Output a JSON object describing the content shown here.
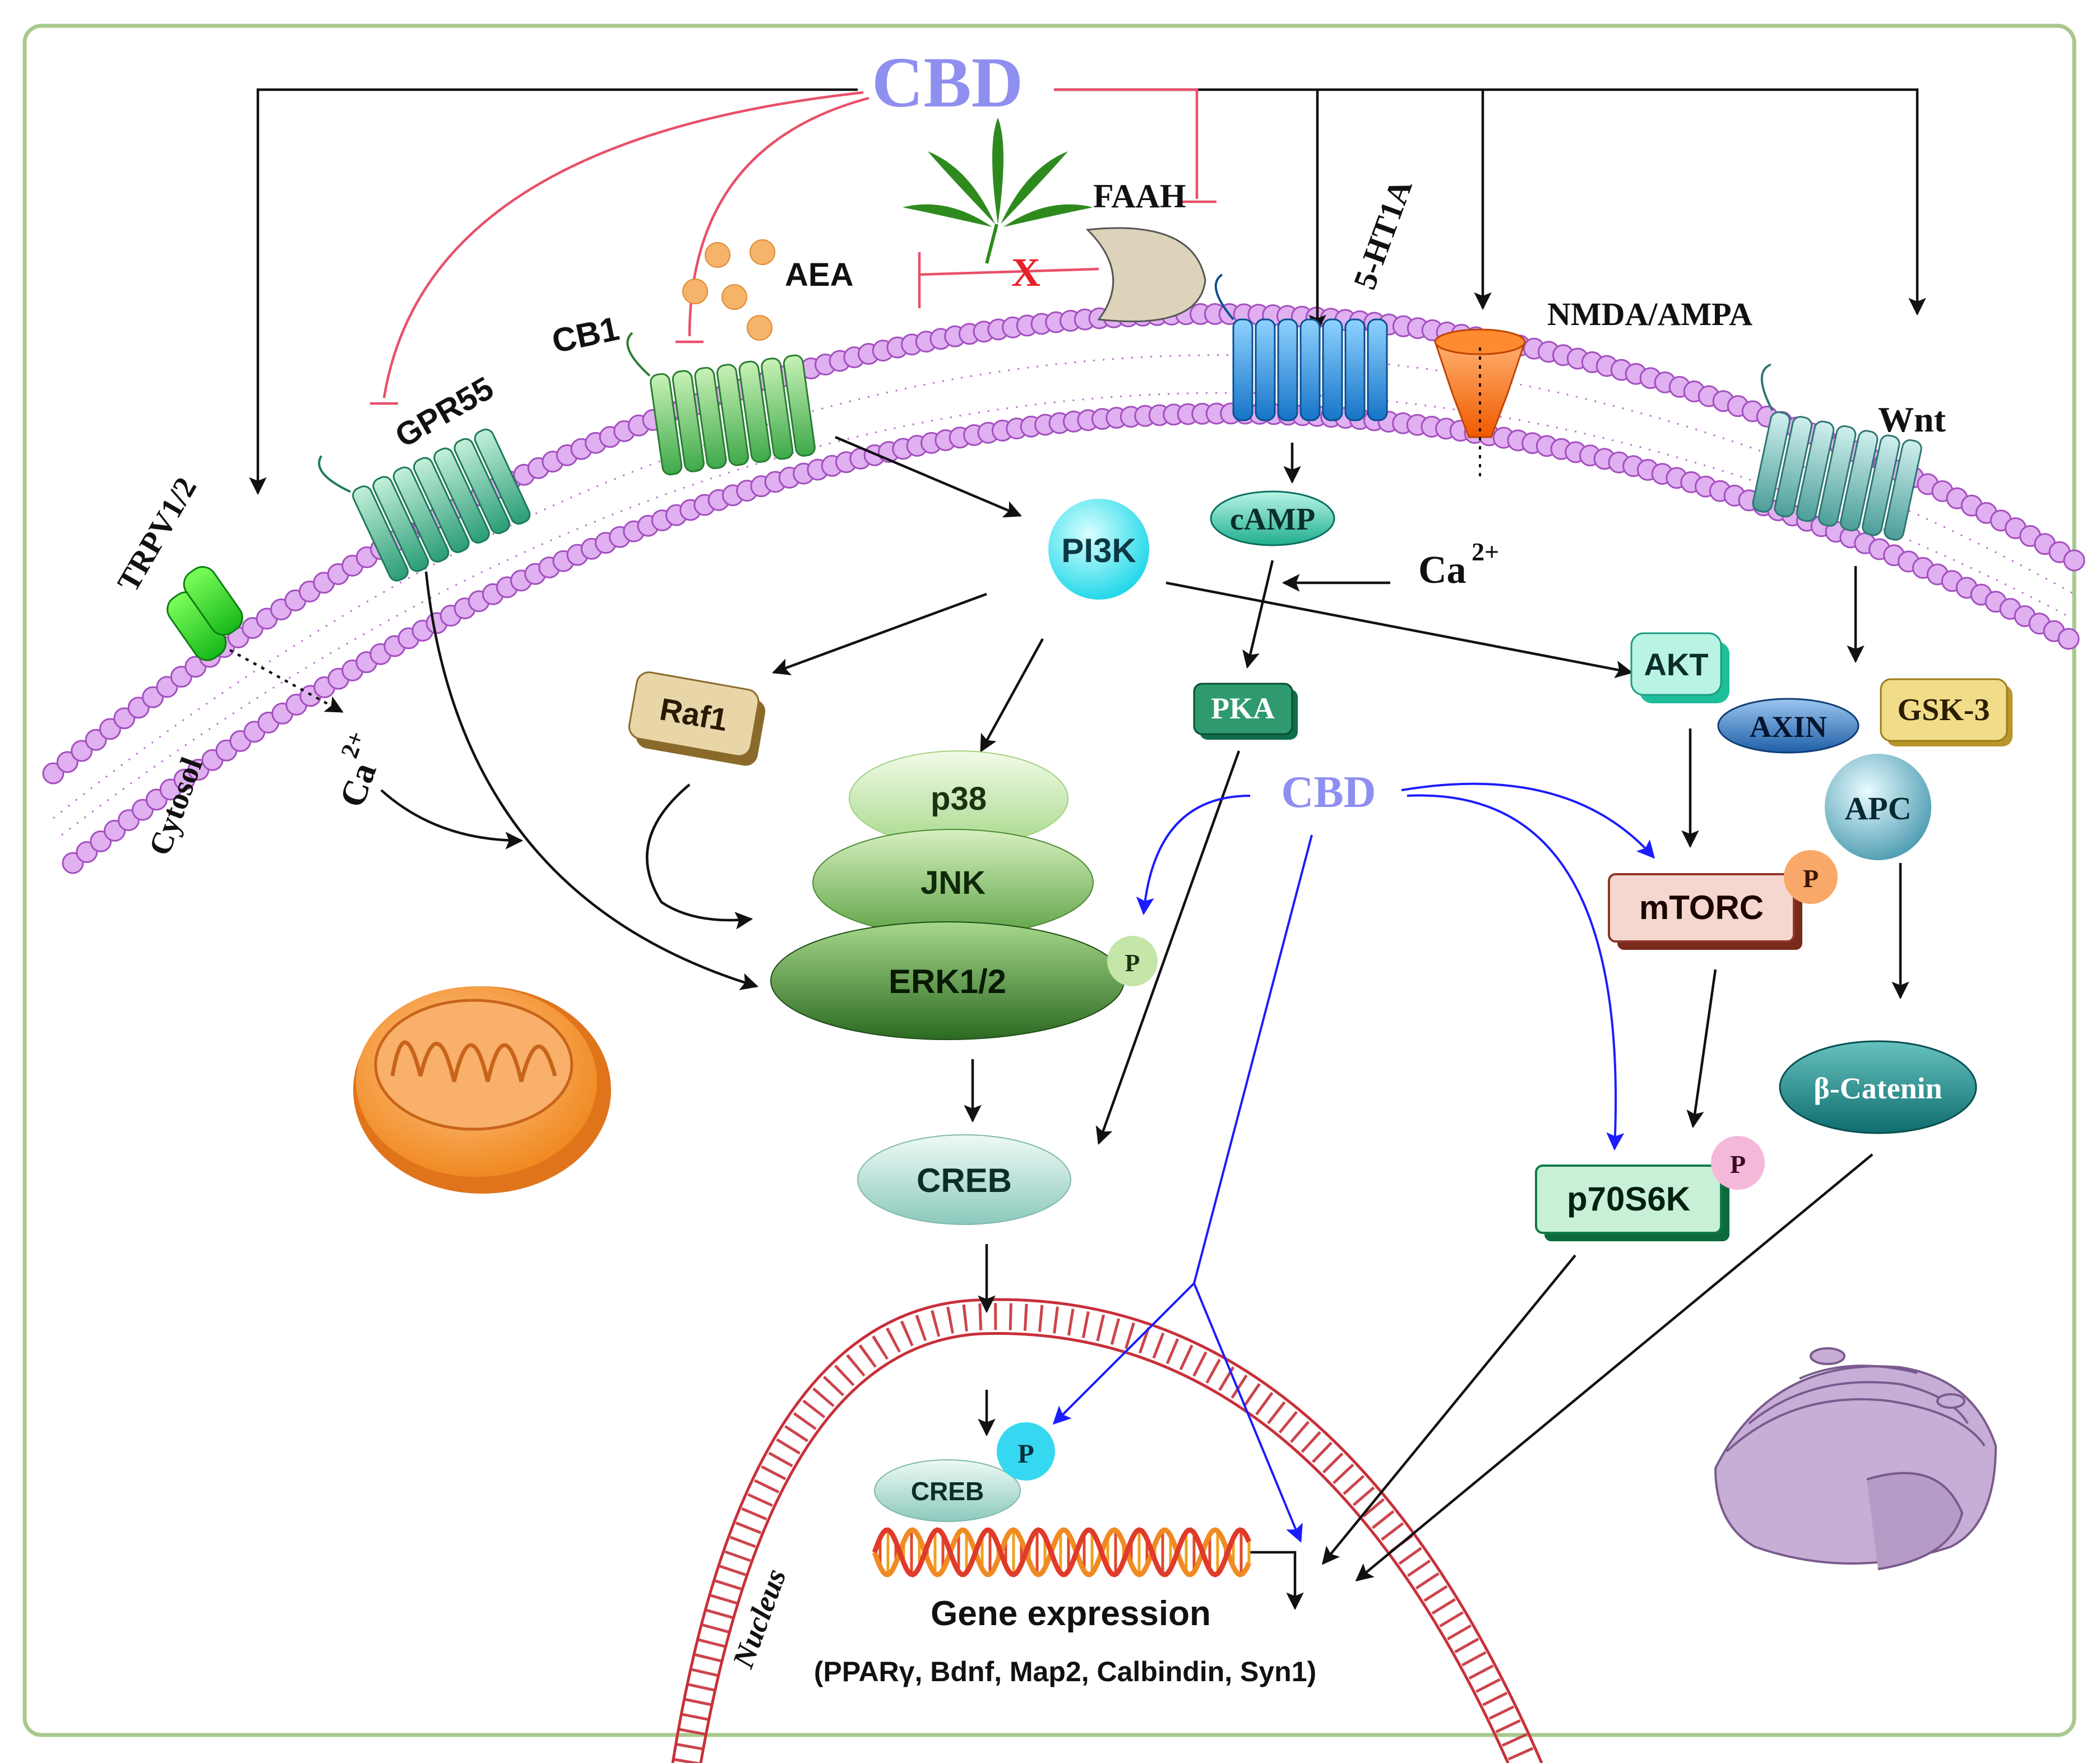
{
  "title_cbd": "CBD",
  "cbd_mid": "CBD",
  "labels": {
    "faah": "FAAH",
    "aea": "AEA",
    "inhibit_x": "X",
    "cb1": "CB1",
    "gpr55": "GPR55",
    "trpv": "TRPV1/2",
    "ht1a": "5-HT1A",
    "nmda": "NMDA/AMPA",
    "wnt": "Wnt",
    "cytosol": "Cytosol",
    "nucleus": "Nucleus",
    "ca_left": "Ca",
    "ca_left_sup": "2+",
    "ca_right": "Ca",
    "ca_right_sup": "2+"
  },
  "nodes": {
    "pi3k": "PI3K",
    "camp": "cAMP",
    "akt": "AKT",
    "raf1": "Raf1",
    "pka": "PKA",
    "p38": "p38",
    "jnk": "JNK",
    "erk": "ERK1/2",
    "creb": "CREB",
    "creb_nuc": "CREB",
    "axin": "AXIN",
    "gsk3": "GSK-3",
    "apc": "APC",
    "mtorc": "mTORC",
    "p70s6k": "p70S6K",
    "bcatenin": "β-Catenin",
    "p": "P"
  },
  "gene": {
    "title": "Gene expression",
    "list": "(PPARγ, Bdnf, Map2, Calbindin, Syn1)"
  },
  "colors": {
    "cbd": "#8f8ff0",
    "inhibit": "#e8506a",
    "blue_arrow": "#1c1cff",
    "membrane": "#c36bd6",
    "nucleus": "#c8303a",
    "frame": "#a8c98c"
  }
}
